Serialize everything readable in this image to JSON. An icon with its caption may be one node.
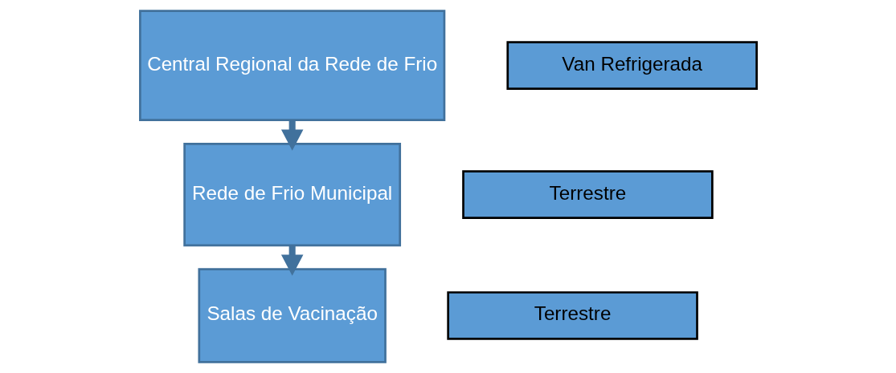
{
  "diagram": {
    "nodes": [
      {
        "text": [
          "Central Regional da Rede de Frio"
        ]
      },
      {
        "text": [
          "Van Refrigerada"
        ]
      },
      {
        "text": [
          "Rede de Frio Municipal"
        ]
      },
      {
        "text": [
          "Terrestre"
        ]
      },
      {
        "text": [
          "Salas de Vacinação"
        ]
      },
      {
        "text": [
          "Terrestre"
        ]
      }
    ],
    "edges": [
      {
        "from": 0,
        "to": 2,
        "arrow": "to"
      },
      {
        "from": 2,
        "to": 4,
        "arrow": "to"
      }
    ]
  }
}
